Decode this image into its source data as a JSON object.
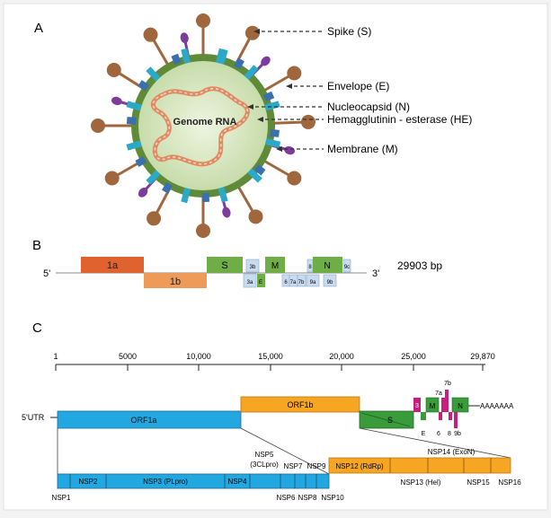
{
  "panelA": {
    "letter": "A",
    "genome_label": "Genome RNA",
    "labels": {
      "spike": "Spike (S)",
      "envelope": "Envelope (E)",
      "nucleocapsid": "Nucleocapsid (N)",
      "he": "Hemagglutinin - esterase (HE)",
      "membrane": "Membrane (M)"
    }
  },
  "panelB": {
    "letter": "B",
    "five_prime": "5'",
    "three_prime": "3'",
    "length": "29903 bp",
    "genes": {
      "g1a": "1a",
      "g1b": "1b",
      "S": "S",
      "g3b": "3b",
      "g3a": "3a",
      "E": "E",
      "M": "M",
      "g6": "6",
      "g7a": "7a",
      "g7b": "7b",
      "g8": "8",
      "g9a": "9a",
      "g9b": "9b",
      "N": "N",
      "g9c": "9c"
    }
  },
  "panelC": {
    "letter": "C",
    "ticks": [
      "1",
      "5000",
      "10,000",
      "15,000",
      "20,000",
      "25,000",
      "29,870"
    ],
    "utr": "5'UTR",
    "orf1a": "ORF1a",
    "orf1b": "ORF1b",
    "S": "S",
    "small": {
      "g3": "3",
      "M": "M",
      "g7a": "7a",
      "g7b": "7b",
      "N": "N",
      "E": "E",
      "g6": "6",
      "g8": "8",
      "g9b": "9b"
    },
    "polyA": "AAAAAAA",
    "nsps": {
      "nsp1": "NSP1",
      "nsp2": "NSP2",
      "nsp3": "NSP3 (PLpro)",
      "nsp4": "NSP4",
      "nsp5a": "NSP5",
      "nsp5b": "(3CLpro)",
      "nsp6": "NSP6",
      "nsp7": "NSP7",
      "nsp8": "NSP8",
      "nsp9": "NSP9",
      "nsp10": "NSP10",
      "nsp12": "NSP12 (RdRp)",
      "nsp13": "NSP13 (Hel)",
      "nsp14": "NSP14 (ExoN)",
      "nsp15": "NSP15",
      "nsp16": "NSP16"
    }
  },
  "colors": {
    "orange1a": "#e0622e",
    "orange1b": "#ee9a58",
    "green": "#6fae47",
    "lightblue": "#c9dcef",
    "orf1a": "#23a7e0",
    "orf1b": "#f6a623",
    "magenta": "#c81f7c",
    "membrane": "#5f8a37",
    "spike": "#a0673e",
    "he": "#7d3c9b",
    "envelope": "#2aa9c9",
    "capsid": "#d7e8c0"
  }
}
